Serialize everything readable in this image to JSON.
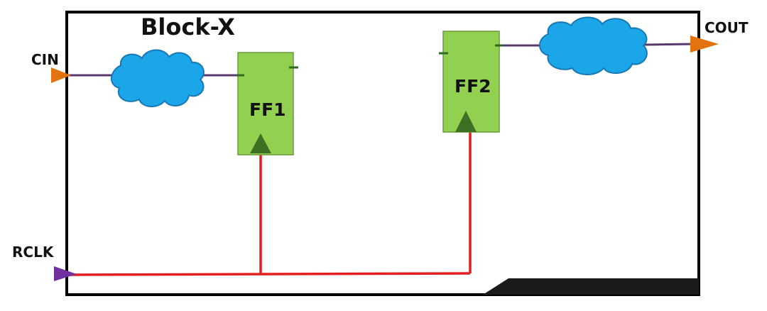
{
  "block": {
    "name": "Block-X"
  },
  "ports": {
    "cin": {
      "label": "CIN"
    },
    "cout": {
      "label": "COUT"
    },
    "rclk": {
      "label": "RCLK"
    }
  },
  "flip_flops": [
    {
      "id": "ff1",
      "label": "FF1"
    },
    {
      "id": "ff2",
      "label": "FF2"
    }
  ],
  "colors": {
    "border": "#000000",
    "flop_fill": "#92d050",
    "flop_stroke": "#6a9a3a",
    "clock_triangle": "#3f6f22",
    "cloud_fill": "#1aa6e8",
    "cloud_stroke": "#1878b4",
    "data_wire": "#5a3a6e",
    "clock_wire": "#e41e1e",
    "io_arrow": "#e2730f",
    "clock_port_arrow": "#7030a0"
  }
}
